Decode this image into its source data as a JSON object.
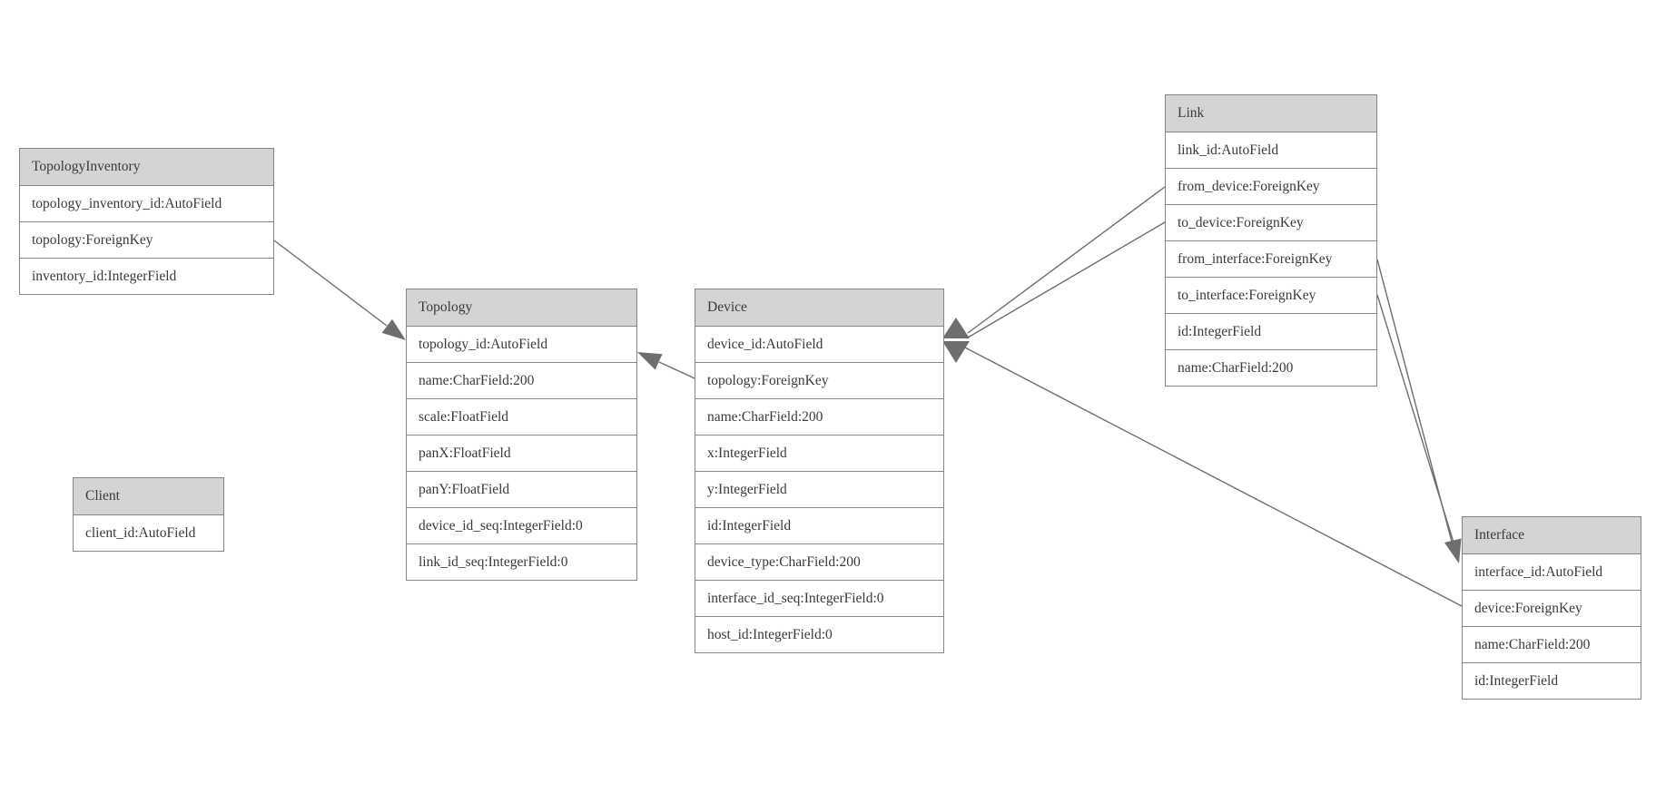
{
  "diagram": {
    "type": "entity-relationship-model-graph",
    "colors": {
      "background": "#ffffff",
      "header_fill": "#d4d4d4",
      "box_border": "#848484",
      "line": "#6e6e6e",
      "arrow": "#6e6e6e",
      "text": "#3a3a3a"
    },
    "entities": [
      {
        "name": "TopologyInventory",
        "fields": [
          "topology_inventory_id:AutoField",
          "topology:ForeignKey",
          "inventory_id:IntegerField"
        ]
      },
      {
        "name": "Topology",
        "fields": [
          "topology_id:AutoField",
          "name:CharField:200",
          "scale:FloatField",
          "panX:FloatField",
          "panY:FloatField",
          "device_id_seq:IntegerField:0",
          "link_id_seq:IntegerField:0"
        ]
      },
      {
        "name": "Client",
        "fields": [
          "client_id:AutoField"
        ]
      },
      {
        "name": "Device",
        "fields": [
          "device_id:AutoField",
          "topology:ForeignKey",
          "name:CharField:200",
          "x:IntegerField",
          "y:IntegerField",
          "id:IntegerField",
          "device_type:CharField:200",
          "interface_id_seq:IntegerField:0",
          "host_id:IntegerField:0"
        ]
      },
      {
        "name": "Link",
        "fields": [
          "link_id:AutoField",
          "from_device:ForeignKey",
          "to_device:ForeignKey",
          "from_interface:ForeignKey",
          "to_interface:ForeignKey",
          "id:IntegerField",
          "name:CharField:200"
        ]
      },
      {
        "name": "Interface",
        "fields": [
          "interface_id:AutoField",
          "device:ForeignKey",
          "name:CharField:200",
          "id:IntegerField"
        ]
      }
    ],
    "relationships": [
      {
        "from": "TopologyInventory.topology",
        "to": "Topology.topology_id"
      },
      {
        "from": "Device.topology",
        "to": "Topology.topology_id"
      },
      {
        "from": "Link.from_device",
        "to": "Device.device_id"
      },
      {
        "from": "Link.to_device",
        "to": "Device.device_id"
      },
      {
        "from": "Link.from_interface",
        "to": "Interface.interface_id"
      },
      {
        "from": "Link.to_interface",
        "to": "Interface.interface_id"
      },
      {
        "from": "Interface.device",
        "to": "Device.device_id"
      }
    ]
  }
}
